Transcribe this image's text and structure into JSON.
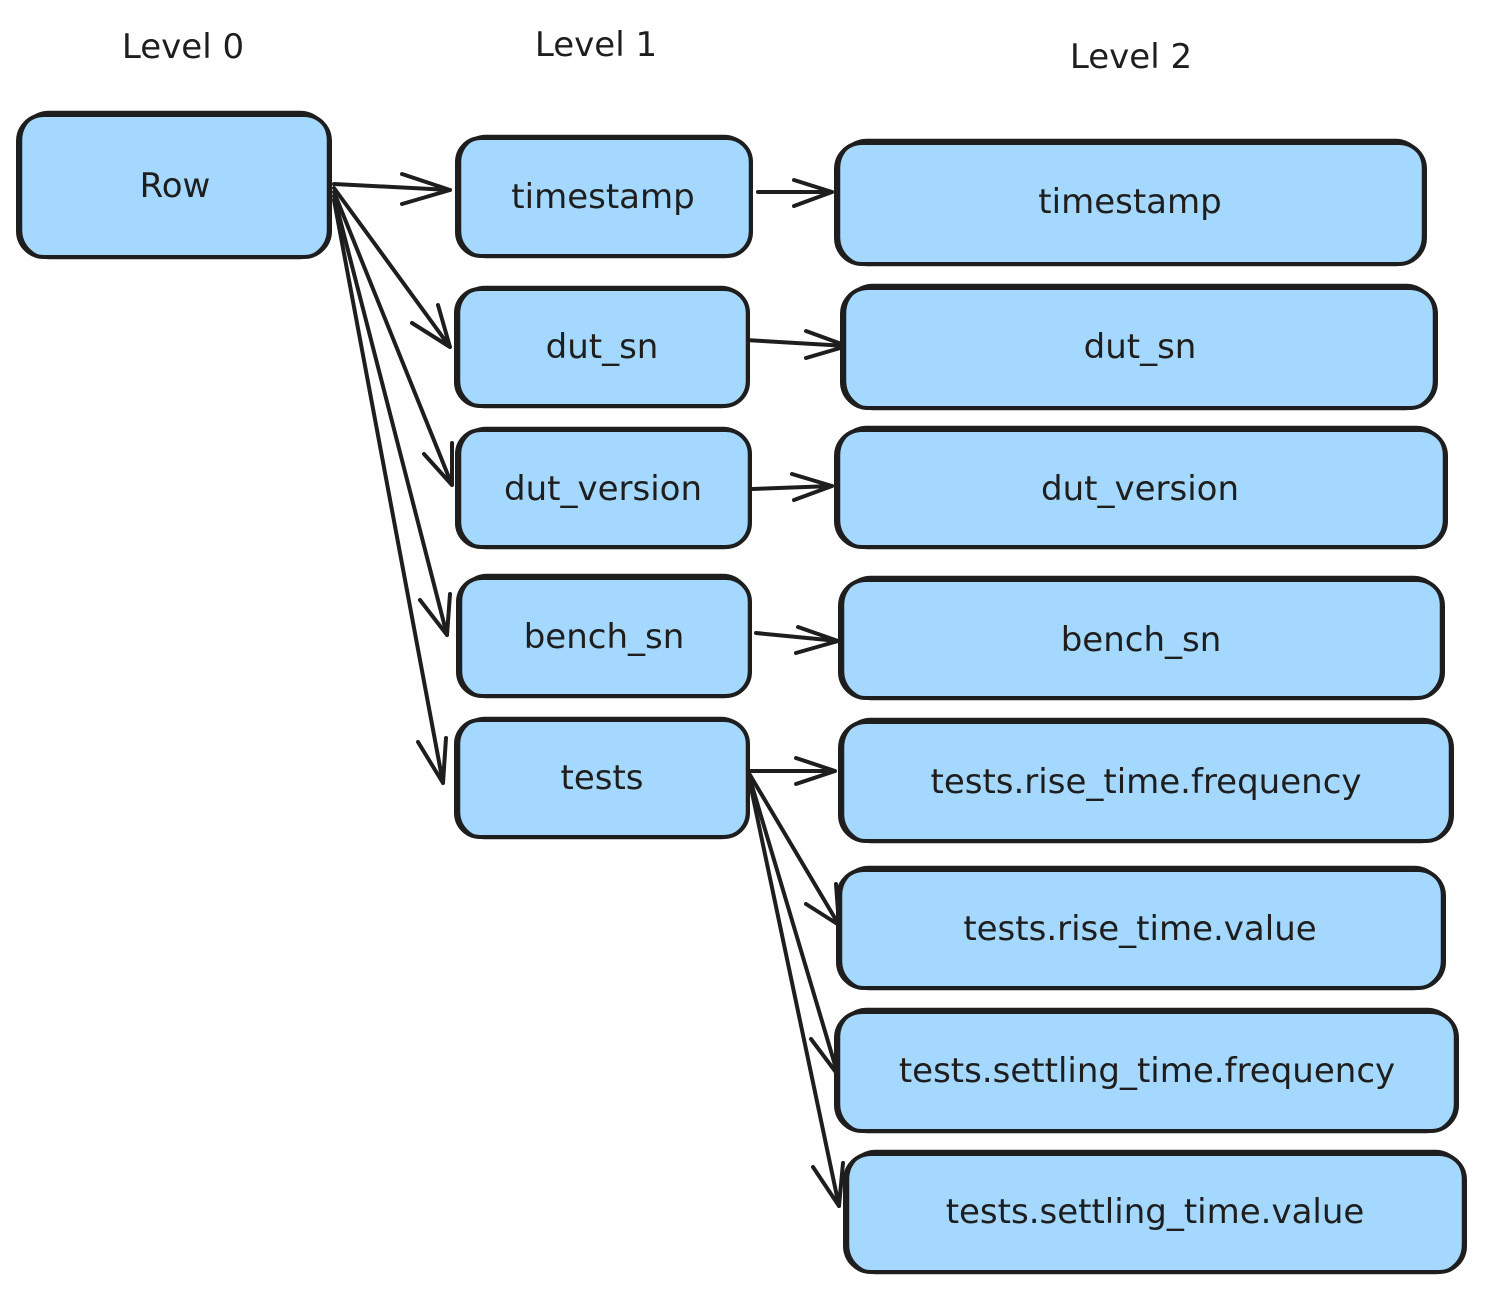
{
  "levels": [
    {
      "label": "Level 0"
    },
    {
      "label": "Level 1"
    },
    {
      "label": "Level 2"
    }
  ],
  "nodes": {
    "row": {
      "label": "Row"
    },
    "l1_timestamp": {
      "label": "timestamp"
    },
    "l1_dut_sn": {
      "label": "dut_sn"
    },
    "l1_dut_version": {
      "label": "dut_version"
    },
    "l1_bench_sn": {
      "label": "bench_sn"
    },
    "l1_tests": {
      "label": "tests"
    },
    "l2_timestamp": {
      "label": "timestamp"
    },
    "l2_dut_sn": {
      "label": "dut_sn"
    },
    "l2_dut_version": {
      "label": "dut_version"
    },
    "l2_bench_sn": {
      "label": "bench_sn"
    },
    "l2_rise_freq": {
      "label": "tests.rise_time.frequency"
    },
    "l2_rise_value": {
      "label": "tests.rise_time.value"
    },
    "l2_settling_freq": {
      "label": "tests.settling_time.frequency"
    },
    "l2_settling_value": {
      "label": "tests.settling_time.value"
    }
  },
  "edges": [
    {
      "from": "row",
      "to": "l1_timestamp"
    },
    {
      "from": "row",
      "to": "l1_dut_sn"
    },
    {
      "from": "row",
      "to": "l1_dut_version"
    },
    {
      "from": "row",
      "to": "l1_bench_sn"
    },
    {
      "from": "row",
      "to": "l1_tests"
    },
    {
      "from": "l1_timestamp",
      "to": "l2_timestamp"
    },
    {
      "from": "l1_dut_sn",
      "to": "l2_dut_sn"
    },
    {
      "from": "l1_dut_version",
      "to": "l2_dut_version"
    },
    {
      "from": "l1_bench_sn",
      "to": "l2_bench_sn"
    },
    {
      "from": "l1_tests",
      "to": "l2_rise_freq"
    },
    {
      "from": "l1_tests",
      "to": "l2_rise_value"
    },
    {
      "from": "l1_tests",
      "to": "l2_settling_freq"
    },
    {
      "from": "l1_tests",
      "to": "l2_settling_value"
    }
  ],
  "colors": {
    "node_fill": "#a5d8ff",
    "stroke": "#1e1e1e",
    "background": "#ffffff"
  }
}
